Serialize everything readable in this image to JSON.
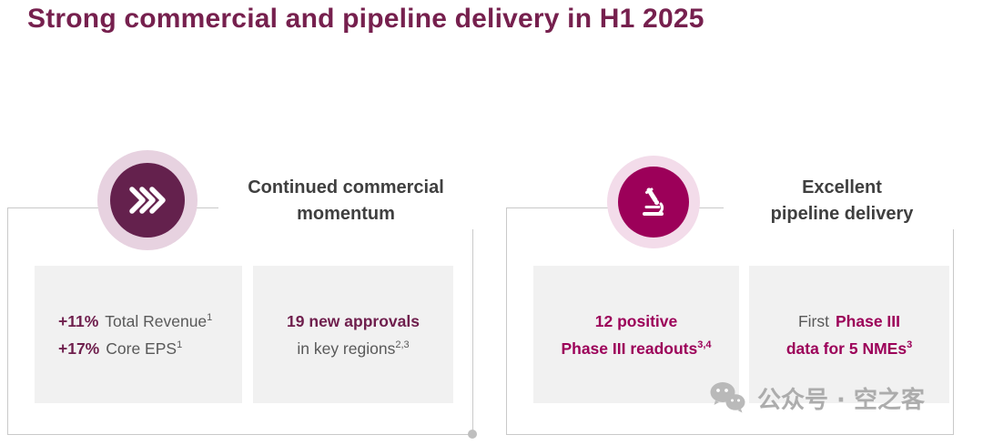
{
  "slide": {
    "title": "Strong commercial and pipeline delivery in H1 2025"
  },
  "colors": {
    "plum_accent": "#6f1f4d",
    "magenta_accent": "#9c0059",
    "gray_text": "#595959",
    "heading_gray": "#3f3f3f",
    "card_background": "#f1f1f1"
  },
  "panels": {
    "commercial": {
      "icon": "fast-forward-chevrons-icon",
      "heading_line1": "Continued commercial",
      "heading_line2": "momentum",
      "cards": {
        "revenue": {
          "metric1_value": "+11%",
          "metric1_label": "Total Revenue",
          "metric1_sup": "1",
          "metric2_value": "+17%",
          "metric2_label": "Core EPS",
          "metric2_sup": "1"
        },
        "approvals": {
          "line1": "19 new approvals",
          "line2": "in key regions",
          "line2_sup": "2,3"
        }
      }
    },
    "pipeline": {
      "icon": "microscope-icon",
      "heading_line1": "Excellent",
      "heading_line2": "pipeline delivery",
      "cards": {
        "readouts": {
          "line1": "12 positive",
          "line2": "Phase III readouts",
          "line2_sup": "3,4"
        },
        "nmes": {
          "line1_prefix": "First",
          "line1_bold": "Phase III",
          "line2_bold": "data for 5 NMEs",
          "line2_sup": "3"
        }
      }
    }
  },
  "watermark": {
    "icon": "wechat-icon",
    "text": "公众号 · 空之客"
  }
}
